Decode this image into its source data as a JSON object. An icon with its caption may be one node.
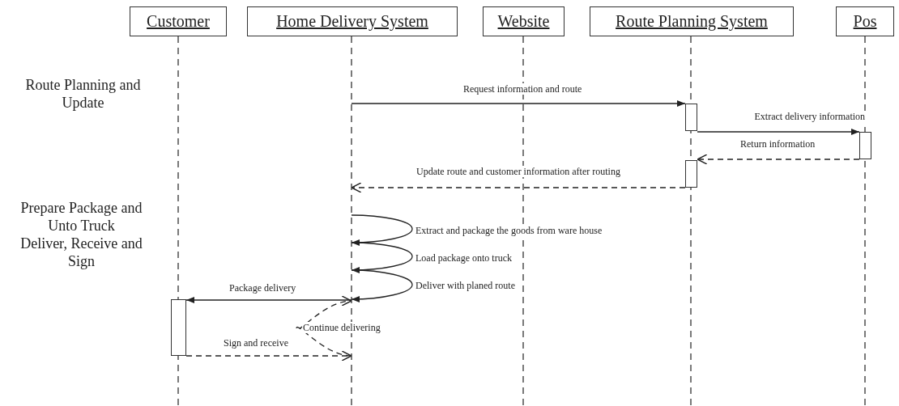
{
  "diagram": {
    "nodes": [
      {
        "text": [
          "Customer"
        ]
      },
      {
        "text": [
          "Home Delivery System"
        ]
      },
      {
        "text": [
          "Website"
        ]
      },
      {
        "text": [
          "Route Planning System"
        ]
      },
      {
        "text": [
          "Pos"
        ]
      },
      {
        "text": [],
        "shape": "bar",
        "in": 3
      },
      {
        "text": [],
        "shape": "bar",
        "in": 4
      },
      {
        "text": [],
        "shape": "bar",
        "in": 3
      },
      {
        "text": [],
        "shape": "bar",
        "in": 0
      }
    ],
    "edges": [
      {
        "from": 1,
        "to": 5,
        "arrow": "to",
        "label": "Request information and route"
      },
      {
        "from": 5,
        "to": 6,
        "arrow": "to",
        "label": "Extract delivery information"
      },
      {
        "from": 6,
        "to": 7,
        "arrow": "to",
        "label": "Return information",
        "style": "dashed"
      },
      {
        "from": 7,
        "to": 1,
        "arrow": "to",
        "label": "Update route and customer information after routing",
        "style": "dashed"
      },
      {
        "from": 1,
        "to": 1,
        "arrow": "to",
        "label": "Extract and package the goods from ware house"
      },
      {
        "from": 1,
        "to": 1,
        "arrow": "to",
        "label": "Load package onto truck"
      },
      {
        "from": 1,
        "to": 1,
        "arrow": "to",
        "label": "Deliver with planed route"
      },
      {
        "from": 1,
        "to": 8,
        "arrow": "to",
        "label": "Package delivery"
      },
      {
        "from": 1,
        "to": 1,
        "arrow": "to",
        "label": "Continue delivering",
        "style": "dashed"
      },
      {
        "from": 8,
        "to": 1,
        "arrow": "to",
        "label": "Sign and receive",
        "style": "dashed"
      }
    ],
    "labels": [
      "Route Planning and Update",
      "Prepare Package and Unto Truck",
      "Deliver, Receive and Sign"
    ]
  }
}
